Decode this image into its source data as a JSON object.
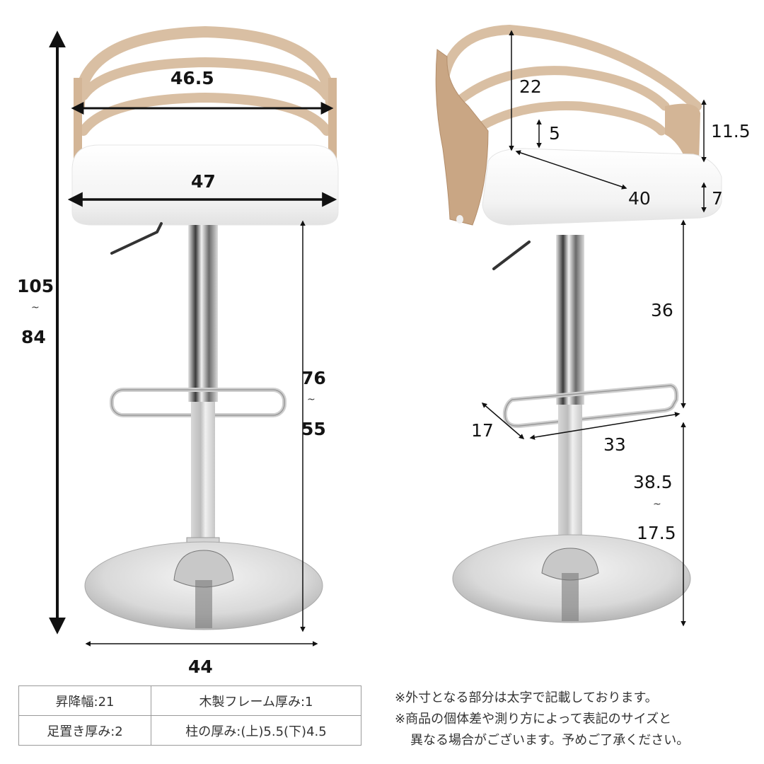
{
  "product": "bar-stool-dimension-diagram",
  "colors": {
    "wood": "#d9bfa3",
    "wood_dark": "#c4a283",
    "seat": "#f6f6f6",
    "chrome": "#c8c8c8",
    "chrome_dark": "#555555",
    "arrow": "#111111",
    "table_border": "#9a9a9a"
  },
  "front_view": {
    "total_height_max": "105",
    "total_height_sep": "~",
    "total_height_min": "84",
    "backrest_width": "46.5",
    "seat_width": "47",
    "seat_height_max": "76",
    "seat_height_sep": "~",
    "seat_height_min": "55",
    "base_diameter": "44"
  },
  "side_view": {
    "backrest_height": "22",
    "backrest_gap": "5",
    "backrest_side_height": "11.5",
    "seat_depth": "40",
    "seat_thickness": "7",
    "seat_to_footrest": "36",
    "footrest_depth": "17",
    "footrest_width": "33",
    "footrest_height_max": "38.5",
    "footrest_height_sep": "~",
    "footrest_height_min": "17.5"
  },
  "spec_table": {
    "rows": [
      [
        "昇降幅:21",
        "木製フレーム厚み:1"
      ],
      [
        "足置き厚み:2",
        "柱の厚み:(上)5.5(下)4.5"
      ]
    ]
  },
  "notes": {
    "line1": "※外寸となる部分は太字で記載しております。",
    "line2": "※商品の個体差や測り方によって表記のサイズと",
    "line3": "異なる場合がございます。予めご了承ください。"
  }
}
